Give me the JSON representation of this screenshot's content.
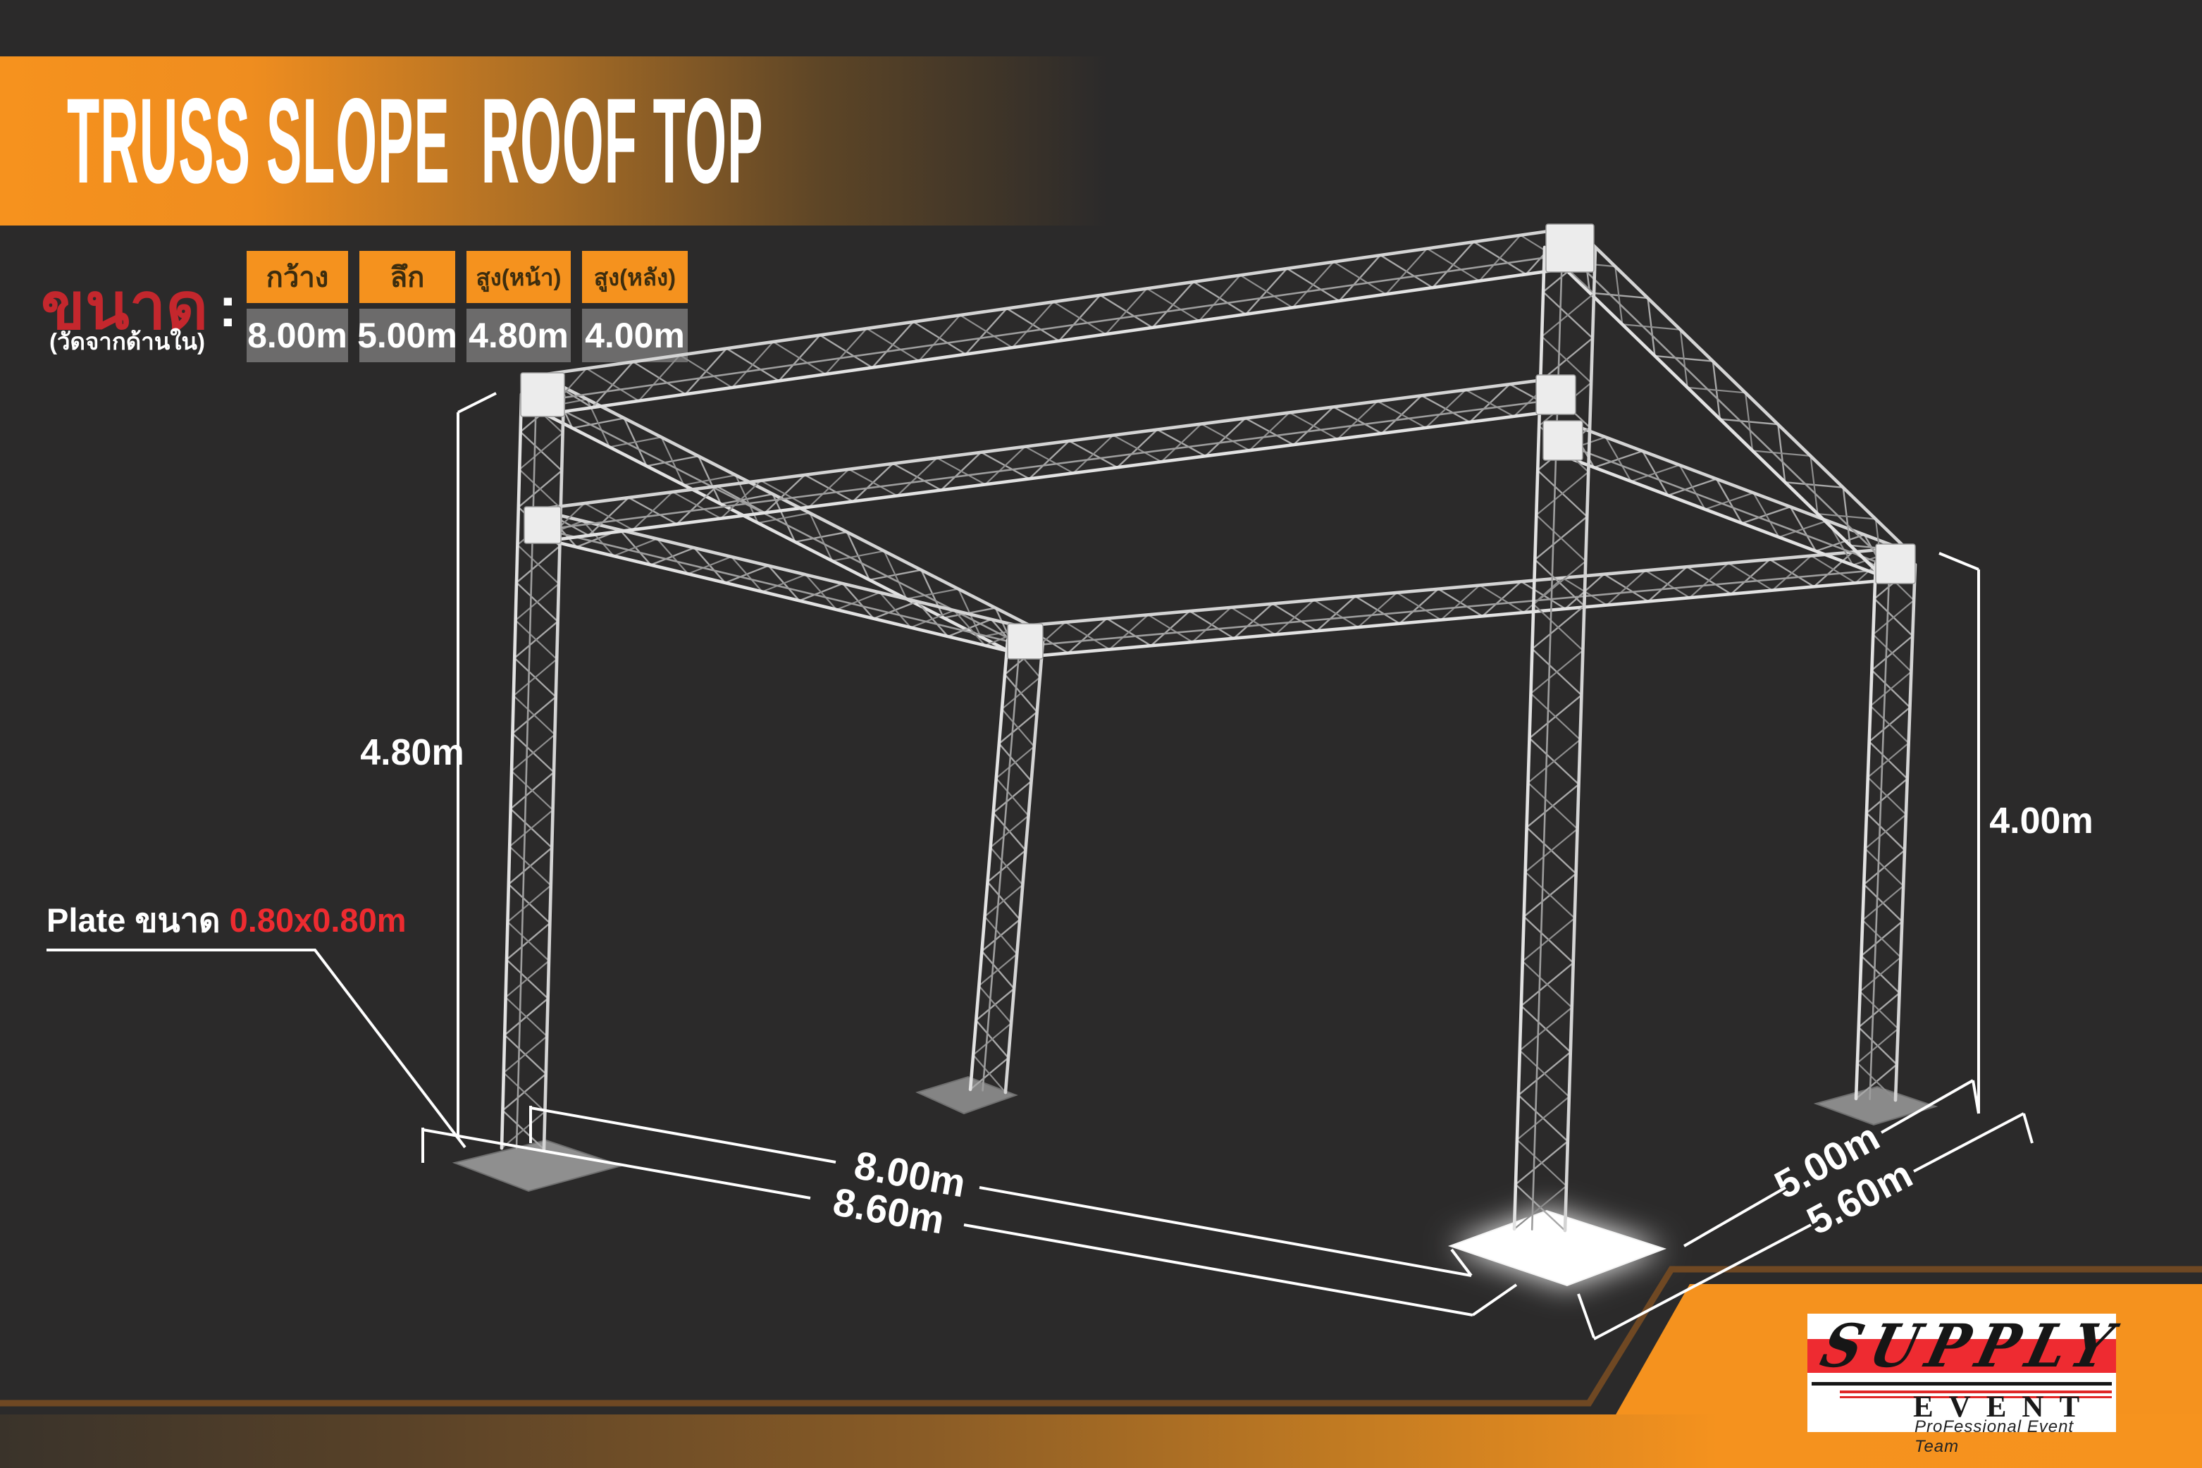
{
  "title": {
    "text": "TRUSS SLOPE  ROOF TOP"
  },
  "size_panel": {
    "label": "ขนาด",
    "colon": ":",
    "note": "(วัดจากด้านใน)",
    "columns": [
      {
        "header": "กว้าง",
        "value": "8.00m"
      },
      {
        "header": "ลึก",
        "value": "5.00m"
      },
      {
        "header": "สูง(หน้า)",
        "value": "4.80m"
      },
      {
        "header": "สูง(หลัง)",
        "value": "4.00m"
      }
    ]
  },
  "plate_note": {
    "label": "Plate ขนาด ",
    "value": "0.80x0.80m"
  },
  "dimension_labels": {
    "front_height": "4.80m",
    "back_height": "4.00m",
    "width_inner": "8.00m",
    "width_outer": "8.60m",
    "depth_inner": "5.00m",
    "depth_outer": "5.60m"
  },
  "logo": {
    "brand": "SUPPLY",
    "division": "EVENT",
    "tagline": "ProFessional Event Team"
  },
  "colors": {
    "background": "#2b2a2a",
    "accent_orange": "#f5921e",
    "table_header_bg": "#f5921e",
    "table_header_text": "#3d2d0e",
    "table_value_bg": "#6c6b6b",
    "size_label_red": "#c4272d",
    "plate_value_red": "#ed2b30",
    "logo_red": "#ee2b31",
    "brown_line": "#6f4823",
    "dimension_line": "#ffffff",
    "truss_metal": "#e0e0e0"
  }
}
